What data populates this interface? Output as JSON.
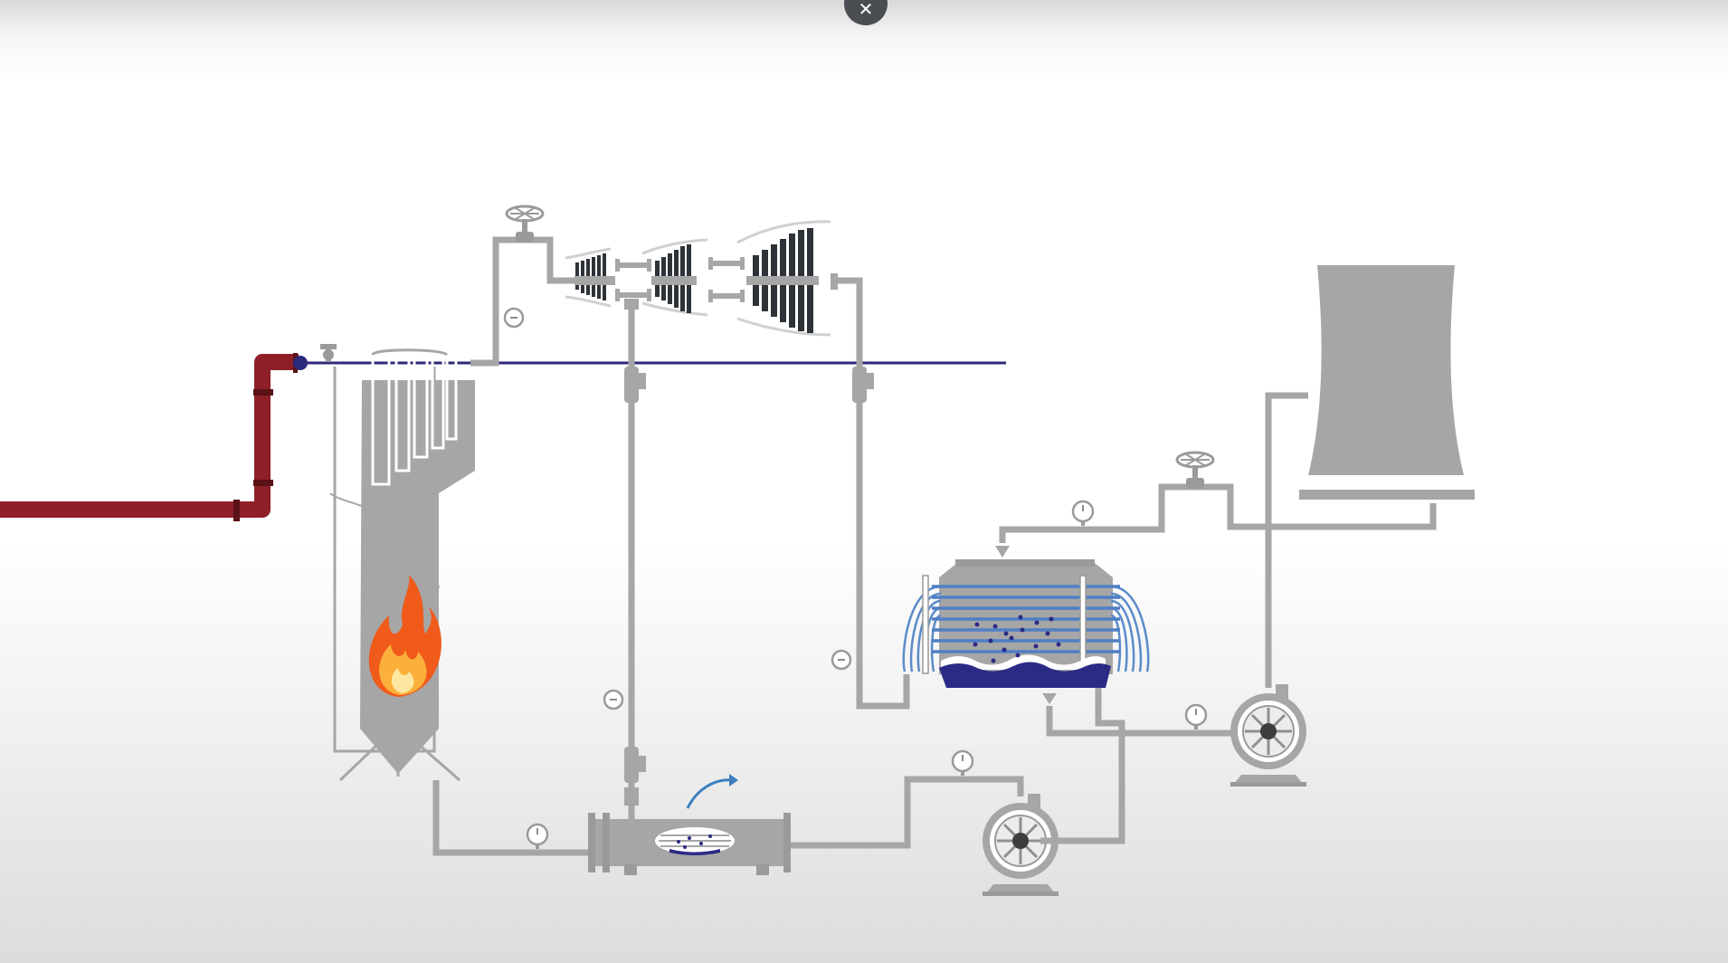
{
  "window": {
    "close_button": {
      "icon": "close-icon",
      "glyph": "✕"
    }
  },
  "diagram": {
    "colors": {
      "pipe": "#a6a6a6",
      "pipe_dark": "#8f8f8f",
      "hot_pipe": "#8e1f28",
      "steam_line": "#2c2a7a",
      "water_dark": "#2b2b86",
      "water_blue": "#4f7fc4",
      "turbine_blade": "#2d3338",
      "flame_outer": "#f05a1a",
      "flame_inner": "#fbb03b",
      "arrow_blue": "#3d7fc1"
    },
    "components": [
      "boiler-furnace",
      "steam-turbine",
      "condenser",
      "cooling-tower",
      "feedwater-heater",
      "feedwater-pump",
      "condensate-pump",
      "steam-valve",
      "cooling-water-valve"
    ]
  }
}
